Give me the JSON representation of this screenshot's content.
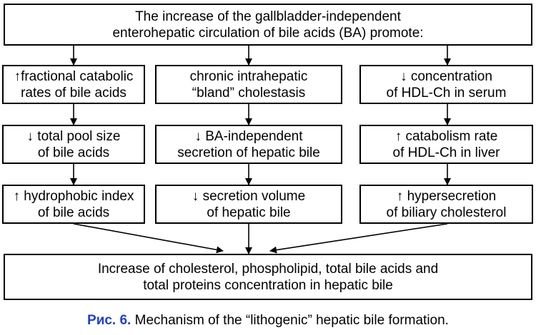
{
  "top_box": {
    "line1": "The increase of the gallbladder-independent",
    "line2": "enterohepatic circulation of bile acids (BA) promote:"
  },
  "columns": [
    {
      "boxes": [
        {
          "line1": "↑fractional catabolic",
          "line2": "rates of bile acids"
        },
        {
          "line1": "↓ total pool size",
          "line2": "of bile acids"
        },
        {
          "line1": "↑ hydrophobic index",
          "line2": "of bile acids"
        }
      ]
    },
    {
      "boxes": [
        {
          "line1": "chronic intrahepatic",
          "line2": "“bland” cholestasis"
        },
        {
          "line1": "↓ BA-independent",
          "line2": "secretion of hepatic bile"
        },
        {
          "line1": "↓ secretion volume",
          "line2": "of hepatic bile"
        }
      ]
    },
    {
      "boxes": [
        {
          "line1": "↓ concentration",
          "line2": "of HDL-Ch in serum"
        },
        {
          "line1": "↑ catabolism rate",
          "line2": "of HDL-Ch in liver"
        },
        {
          "line1": "↑ hypersecretion",
          "line2": "of biliary cholesterol"
        }
      ]
    }
  ],
  "bottom_box": {
    "line1": "Increase of cholesterol, phospholipid, total bile acids and",
    "line2": "total proteins concentration in hepatic bile"
  },
  "caption": {
    "figure_label": "Рис. 6.",
    "text": "Mechanism of the “lithogenic” hepatic bile formation."
  },
  "colors": {
    "figure_label": "#1f3fd6",
    "lines": "#000000"
  }
}
